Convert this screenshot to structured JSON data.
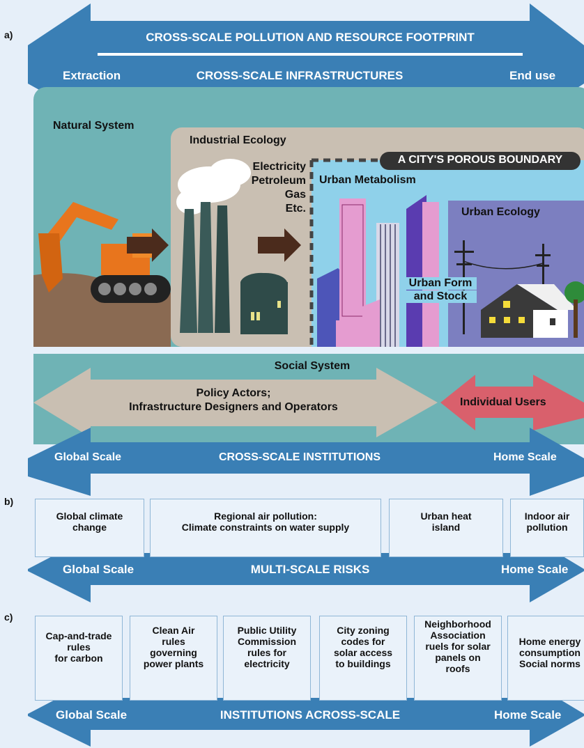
{
  "panel_a": {
    "label": "a)",
    "footprint_arrow": "CROSS-SCALE POLLUTION AND RESOURCE FOOTPRINT",
    "infrastructures_arrow": {
      "left": "Extraction",
      "center": "CROSS-SCALE INFRASTRUCTURES",
      "right": "End use"
    },
    "natural_system": "Natural System",
    "industrial_ecology": "Industrial Ecology",
    "porous_boundary": "A CITY'S POROUS BOUNDARY",
    "energy_flows": [
      "Electricity",
      "Petroleum",
      "Gas",
      "Etc."
    ],
    "urban_metabolism": "Urban Metabolism",
    "urban_ecology": "Urban Ecology",
    "urban_form": [
      "Urban Form",
      "and Stock"
    ],
    "social_system": "Social System",
    "policy_actors": [
      "Policy Actors;",
      "Infrastructure Designers and Operators"
    ],
    "individual_users": "Individual Users",
    "institutions_arrow": {
      "left": "Global Scale",
      "center": "CROSS-SCALE INSTITUTIONS",
      "right": "Home Scale"
    }
  },
  "panel_b": {
    "label": "b)",
    "boxes": [
      "Global climate\nchange",
      "Regional air pollution:\nClimate constraints on water supply",
      "Urban heat\nisland",
      "Indoor air\npollution"
    ],
    "arrow": {
      "left": "Global Scale",
      "center": "MULTI-SCALE RISKS",
      "right": "Home Scale"
    }
  },
  "panel_c": {
    "label": "c)",
    "boxes": [
      "Cap-and-trade\nrules\nfor carbon",
      "Clean Air\nrules\ngoverning\npower plants",
      "Public Utility\nCommission\nrules for\nelectricity",
      "City zoning\ncodes for\nsolar access\nto buildings",
      "Neighborhood\nAssociation\nruels for solar\npanels on\nroofs",
      "Home energy\nconsumption\nSocial norms"
    ],
    "arrow": {
      "left": "Global Scale",
      "center": "INSTITUTIONS ACROSS-SCALE",
      "right": "Home Scale"
    }
  },
  "colors": {
    "arrow_blue": "#3a7fb5",
    "teal": "#6fb3b5",
    "beige": "#c9bfb2",
    "sky": "#8fd1ea",
    "purple": "#7c7fc0",
    "pink_arrow": "#d9606c"
  }
}
